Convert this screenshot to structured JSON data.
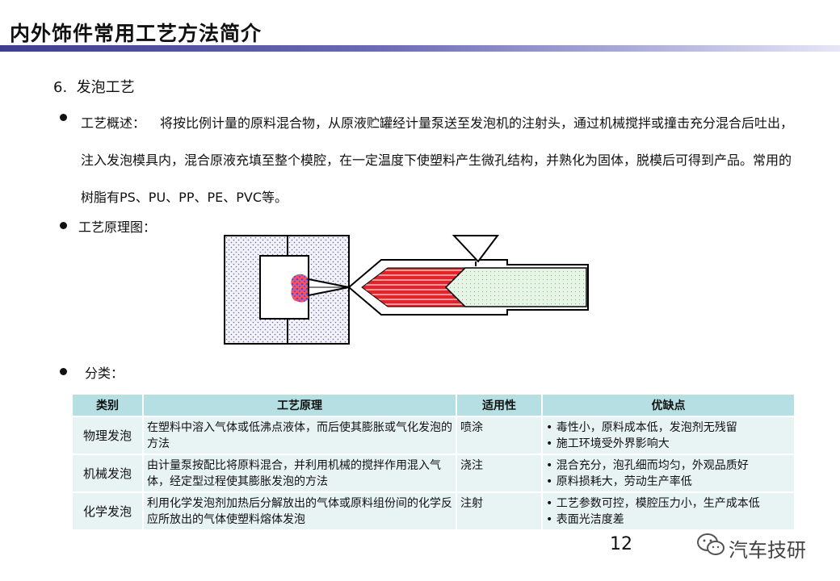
{
  "header": {
    "title": "内外饰件常用工艺方法简介"
  },
  "section": {
    "number": "6.",
    "title": "发泡工艺"
  },
  "overview": {
    "label": "工艺概述：",
    "text": "将按比例计量的原料混合物，从原液贮罐经计量泵送至发泡机的注射头，通过机械搅拌或撞击充分混合后吐出，注入发泡模具内，混合原液充填至整个模腔，在一定温度下使塑料产生微孔结构，并熟化为固体，脱模后可得到产品。常用的树脂有PS、PU、PP、PE、PVC等。"
  },
  "diagram": {
    "label": "工艺原理图："
  },
  "classification": {
    "label": "分类：",
    "headers": [
      "类别",
      "工艺原理",
      "适用性",
      "优缺点"
    ],
    "rows": [
      {
        "category": "物理发泡",
        "principle": "在塑料中溶入气体或低沸点液体，而后使其膨胀或气化发泡的方法",
        "use": "喷涂",
        "pros": [
          "• 毒性小，原料成本低，发泡剂无残留",
          "• 施工环境受外界影响大"
        ]
      },
      {
        "category": "机械发泡",
        "principle": "由计量泵按配比将原料混合，并利用机械的搅拌作用混入气体，经定型过程使其膨胀发泡的方法",
        "use": "浇注",
        "pros": [
          "• 混合充分，泡孔细而均匀，外观品质好",
          "• 原料损耗大，劳动生产率低"
        ]
      },
      {
        "category": "化学发泡",
        "principle": "利用化学发泡剂加热后分解放出的气体或原料组份间的化学反应所放出的气体使塑料熔体发泡",
        "use": "注射",
        "pros": [
          "• 工艺参数可控，模腔压力小，生产成本低",
          "• 表面光洁度差"
        ]
      }
    ]
  },
  "page": {
    "number": "12"
  },
  "watermark": {
    "text": "汽车技研"
  },
  "colors": {
    "header_bar": "#4b4a9e",
    "table_header": "#b5dfe2",
    "table_body": "#e8f3f4",
    "melt_red": "#e0242c",
    "foam_green": "#dff2df"
  }
}
